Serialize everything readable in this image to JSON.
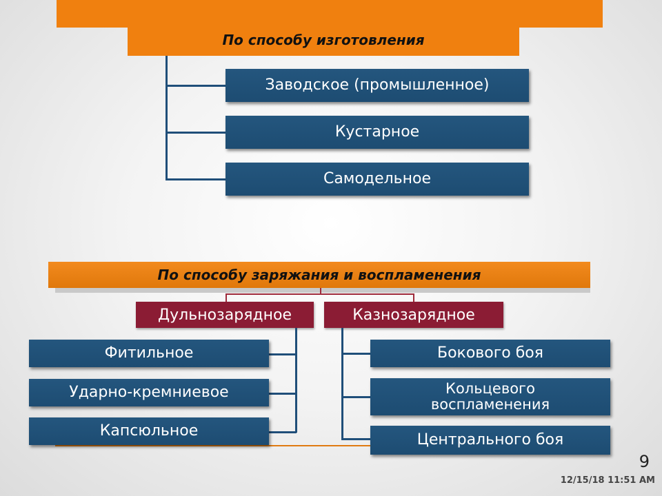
{
  "section1": {
    "title": "По способу изготовления",
    "items": [
      "Заводское (промышленное)",
      "Кустарное",
      "Самодельное"
    ]
  },
  "section2": {
    "title": "По способу заряжания и воспламенения",
    "left": {
      "label": "Дульнозарядное",
      "items": [
        "Фитильное",
        "Ударно-кремниевое",
        "Капсюльное"
      ]
    },
    "right": {
      "label": "Казнозарядное",
      "items": [
        "Бокового боя",
        "Кольцевого воспламенения",
        "Центрального боя"
      ]
    }
  },
  "footer": {
    "page_number": "9",
    "timestamp": "12/15/18 11:51 AM"
  },
  "colors": {
    "orange": "#f0800f",
    "blue": "#1f4e79",
    "red": "#8b1c34"
  }
}
